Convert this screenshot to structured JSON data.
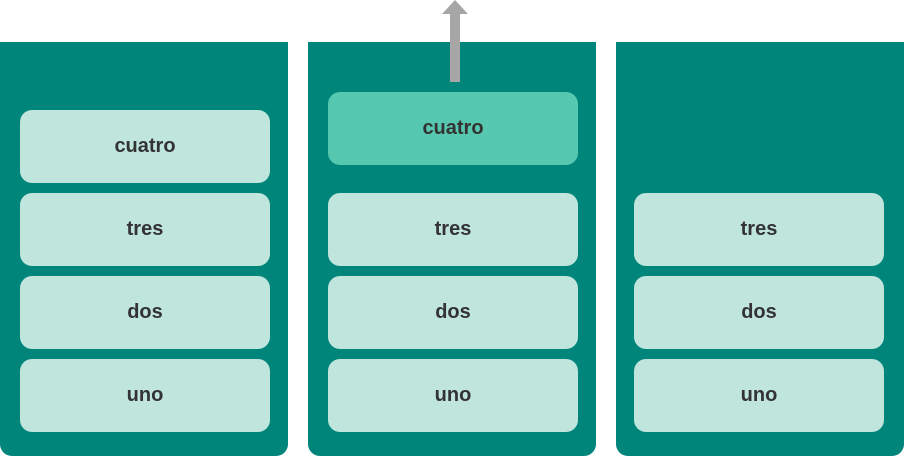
{
  "colors": {
    "panel": "#00857a",
    "item": "#c0e5dc",
    "item_highlight": "#56c8b0",
    "arrow": "#a6a6a6",
    "text": "#333333"
  },
  "arrow_icon": "up-arrow-icon",
  "panels": [
    {
      "items": [
        "cuatro",
        "tres",
        "dos",
        "uno"
      ]
    },
    {
      "items": [
        "cuatro",
        "tres",
        "dos",
        "uno"
      ],
      "highlighted_item": "cuatro"
    },
    {
      "items": [
        "tres",
        "dos",
        "uno"
      ]
    }
  ]
}
